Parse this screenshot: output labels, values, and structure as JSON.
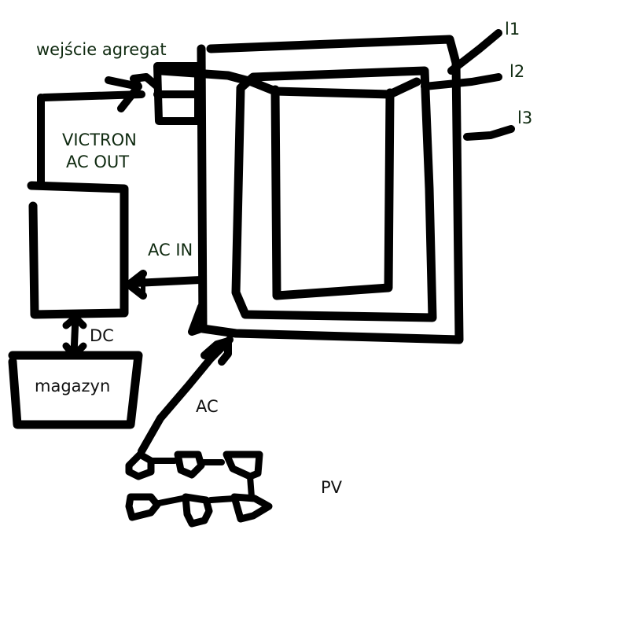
{
  "diagram": {
    "labels": {
      "generator_input": "wejście agregat",
      "victron_line1": "VICTRON",
      "victron_line2": "AC OUT",
      "ac_in": "AC IN",
      "dc": "DC",
      "storage": "magazyn",
      "ac": "AC",
      "pv": "PV",
      "l1": "l1",
      "l2": "l2",
      "l3": "l3"
    },
    "colors": {
      "stroke": "#000000",
      "label_dark_green": "#0f2a10",
      "label_black": "#111111"
    }
  }
}
